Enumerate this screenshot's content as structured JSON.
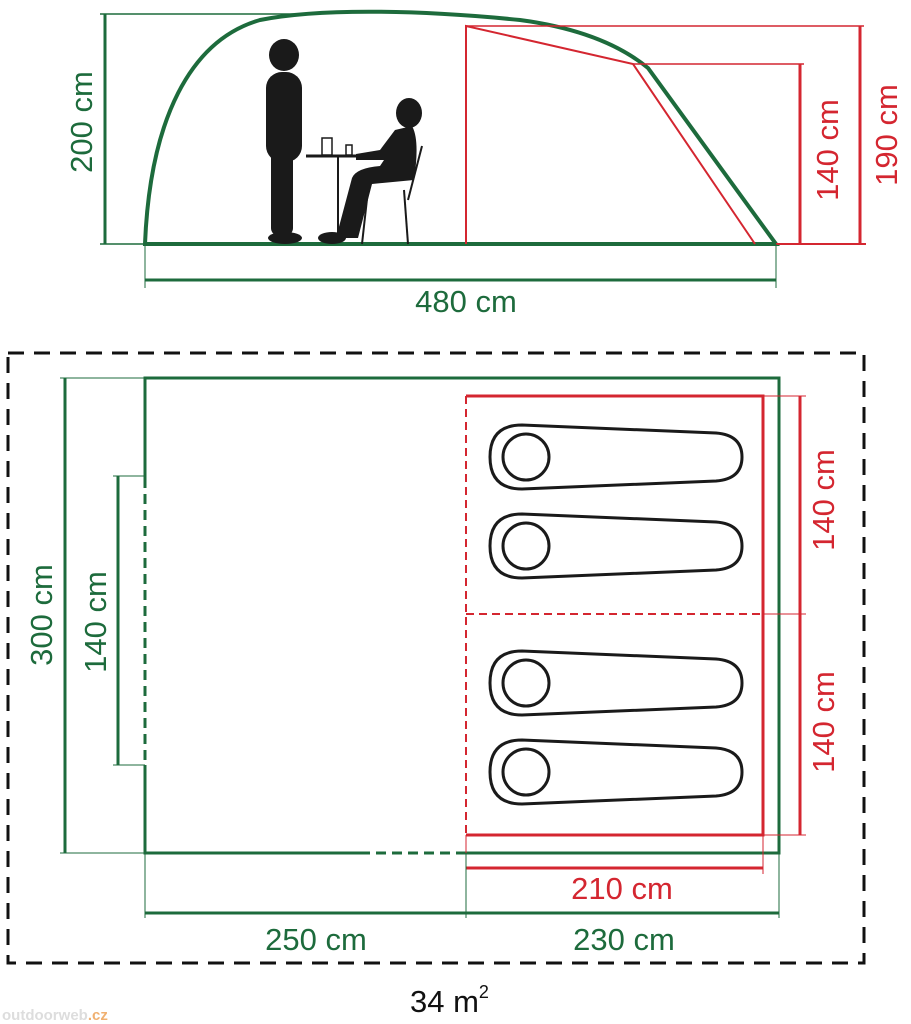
{
  "side_view": {
    "height_total": "200 cm",
    "length_total": "480 cm",
    "bedroom_peak_height": "190 cm",
    "bedroom_low_height": "140 cm"
  },
  "floor_plan": {
    "width_total": "300 cm",
    "door_width": "140 cm",
    "bedroom_width_top": "140 cm",
    "bedroom_width_bottom": "140 cm",
    "bedroom_depth": "210 cm",
    "living_length": "250 cm",
    "bedroom_section_length": "230 cm",
    "area": "34 m",
    "area_unit_sup": "2",
    "sleeping_bags": 4
  },
  "watermark": {
    "text": "outdoorweb",
    "suffix": ".cz"
  },
  "colors": {
    "green": "#1d6b3c",
    "red": "#d42630"
  }
}
